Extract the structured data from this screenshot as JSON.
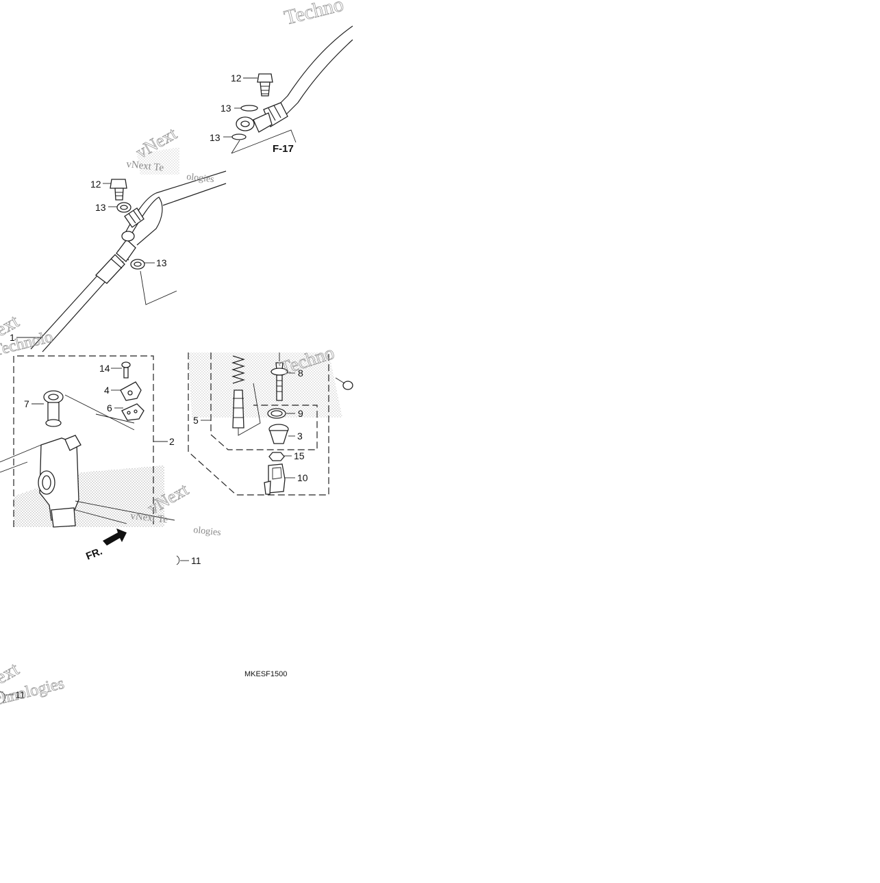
{
  "diagram": {
    "code": "MKESF1500",
    "reference": "F-17",
    "front_marker": "FR.",
    "callouts": [
      {
        "id": "c12a",
        "label": "12"
      },
      {
        "id": "c13a",
        "label": "13"
      },
      {
        "id": "c13b",
        "label": "13"
      },
      {
        "id": "c12b",
        "label": "12"
      },
      {
        "id": "c13c",
        "label": "13"
      },
      {
        "id": "c13d",
        "label": "13"
      },
      {
        "id": "c1",
        "label": "1"
      },
      {
        "id": "c14",
        "label": "14"
      },
      {
        "id": "c4",
        "label": "4"
      },
      {
        "id": "c6",
        "label": "6"
      },
      {
        "id": "c7",
        "label": "7"
      },
      {
        "id": "c2",
        "label": "2"
      },
      {
        "id": "c8",
        "label": "8"
      },
      {
        "id": "c5",
        "label": "5"
      },
      {
        "id": "c9",
        "label": "9"
      },
      {
        "id": "c3",
        "label": "3"
      },
      {
        "id": "c15",
        "label": "15"
      },
      {
        "id": "c10",
        "label": "10"
      },
      {
        "id": "c11a",
        "label": "11"
      },
      {
        "id": "c11b",
        "label": "11"
      }
    ],
    "watermark": {
      "brand_a": "Technologies",
      "brand_b": "vNext Technologies",
      "brand_c": "vNext",
      "brand_d": "ext",
      "brand_e": "chnologies",
      "brand_f": "ologies",
      "brand_g": "Technolo",
      "brand_h": "Techno",
      "brand_i": "vNext Te"
    }
  }
}
